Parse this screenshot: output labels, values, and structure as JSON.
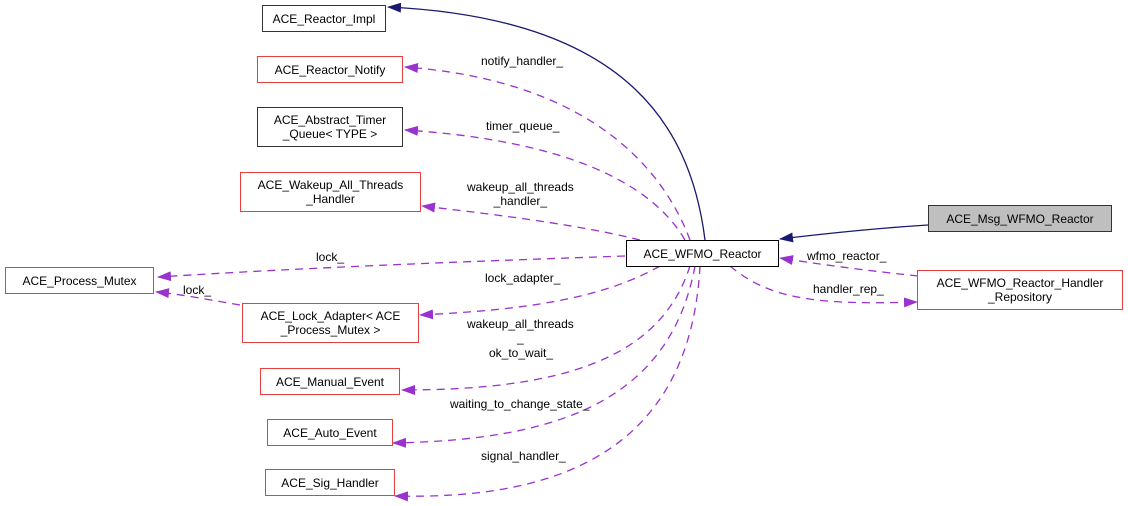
{
  "diagram": {
    "title": "ACE_WFMO_Reactor collaboration graph",
    "colors": {
      "inheritance_edge": "#191970",
      "usage_edge": "#9a32cd",
      "node_border_documented": "#000000",
      "node_border_undocumented": "#e84040",
      "current_node_fill": "#bfbfbf"
    },
    "nodes": {
      "reactor_impl": {
        "lines": [
          "ACE_Reactor_Impl"
        ],
        "style": "black"
      },
      "reactor_notify": {
        "lines": [
          "ACE_Reactor_Notify"
        ],
        "style": "red"
      },
      "abstract_timer_queue": {
        "lines": [
          "ACE_Abstract_Timer",
          "_Queue< TYPE >"
        ],
        "style": "black"
      },
      "wakeup_all_threads_handler": {
        "lines": [
          "ACE_Wakeup_All_Threads",
          "_Handler"
        ],
        "style": "red"
      },
      "process_mutex": {
        "lines": [
          "ACE_Process_Mutex"
        ],
        "style": "red"
      },
      "lock_adapter": {
        "lines": [
          "ACE_Lock_Adapter< ACE",
          "_Process_Mutex >"
        ],
        "style": "red"
      },
      "manual_event": {
        "lines": [
          "ACE_Manual_Event"
        ],
        "style": "red"
      },
      "auto_event": {
        "lines": [
          "ACE_Auto_Event"
        ],
        "style": "red"
      },
      "sig_handler": {
        "lines": [
          "ACE_Sig_Handler"
        ],
        "style": "red"
      },
      "wfmo_reactor": {
        "lines": [
          "ACE_WFMO_Reactor"
        ],
        "style": "black"
      },
      "msg_wfmo_reactor": {
        "lines": [
          "ACE_Msg_WFMO_Reactor"
        ],
        "style": "gray"
      },
      "handler_repository": {
        "lines": [
          "ACE_WFMO_Reactor_Handler",
          "_Repository"
        ],
        "style": "red"
      }
    },
    "edge_labels": {
      "notify_handler": [
        "notify_handler_"
      ],
      "timer_queue": [
        "timer_queue_"
      ],
      "wakeup_all_threads_handler": [
        "wakeup_all_threads",
        "_handler_"
      ],
      "lock_top": [
        "lock_"
      ],
      "lock_inner": [
        "lock_"
      ],
      "lock_adapter": [
        "lock_adapter_"
      ],
      "wakeup_all_threads": [
        "wakeup_all_threads",
        "_"
      ],
      "ok_to_wait": [
        "ok_to_wait_"
      ],
      "waiting_to_change_state": [
        "waiting_to_change_state_"
      ],
      "signal_handler": [
        "signal_handler_"
      ],
      "wfmo_reactor": [
        "wfmo_reactor_"
      ],
      "handler_rep": [
        "handler_rep_"
      ]
    }
  }
}
